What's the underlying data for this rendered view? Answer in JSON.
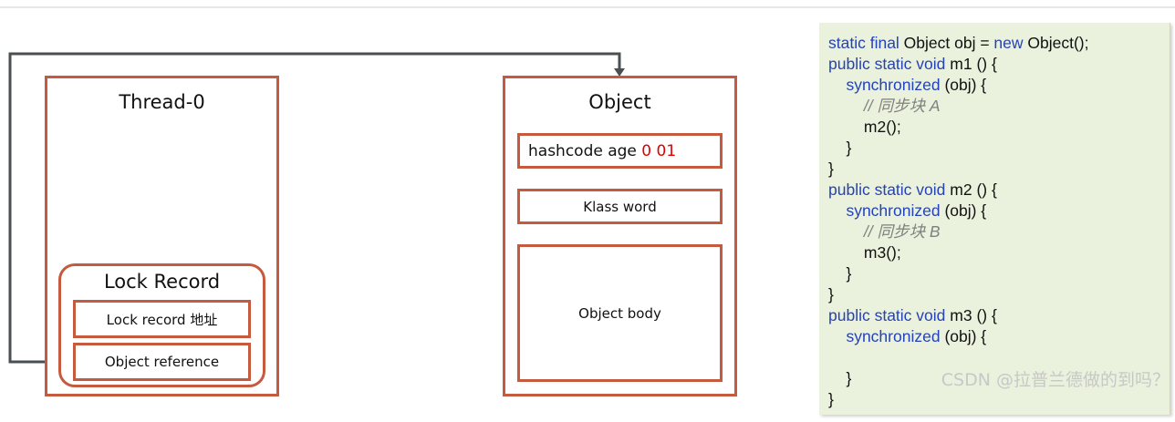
{
  "thread": {
    "title": "Thread-0",
    "lock_record": {
      "title": "Lock Record",
      "fields": [
        "Lock record 地址",
        "Object reference"
      ]
    }
  },
  "object": {
    "title": "Object",
    "header_black": "hashcode age ",
    "header_red": "0 01",
    "klass": "Klass word",
    "body": "Object body"
  },
  "colors": {
    "box_border": "#c55a3e",
    "arrow": "#4a4f52",
    "code_bg": "#eaf1dd",
    "keyword": "#2443b8",
    "highlight": "#e00000"
  },
  "code": {
    "lines": [
      [
        {
          "t": "static final",
          "k": "kw"
        },
        {
          "t": " Object obj = ",
          "k": ""
        },
        {
          "t": "new",
          "k": "kw"
        },
        {
          "t": " Object();",
          "k": ""
        }
      ],
      [
        {
          "t": "public static void",
          "k": "kw"
        },
        {
          "t": " m1 () {",
          "k": ""
        }
      ],
      [
        {
          "t": "    ",
          "k": ""
        },
        {
          "t": "synchronized",
          "k": "kw"
        },
        {
          "t": " (obj) {",
          "k": ""
        }
      ],
      [
        {
          "t": "        // 同步块 A",
          "k": "cm"
        }
      ],
      [
        {
          "t": "        m2();",
          "k": ""
        }
      ],
      [
        {
          "t": "    }",
          "k": ""
        }
      ],
      [
        {
          "t": "}",
          "k": ""
        }
      ],
      [
        {
          "t": "public static void",
          "k": "kw"
        },
        {
          "t": " m2 () {",
          "k": ""
        }
      ],
      [
        {
          "t": "    ",
          "k": ""
        },
        {
          "t": "synchronized",
          "k": "kw"
        },
        {
          "t": " (obj) {",
          "k": ""
        }
      ],
      [
        {
          "t": "        // 同步块 B",
          "k": "cm"
        }
      ],
      [
        {
          "t": "        m3();",
          "k": ""
        }
      ],
      [
        {
          "t": "    }",
          "k": ""
        }
      ],
      [
        {
          "t": "}",
          "k": ""
        }
      ],
      [
        {
          "t": "public static void",
          "k": "kw"
        },
        {
          "t": " m3 () {",
          "k": ""
        }
      ],
      [
        {
          "t": "    ",
          "k": ""
        },
        {
          "t": "synchronized",
          "k": "kw"
        },
        {
          "t": " (obj) {",
          "k": ""
        }
      ],
      [
        {
          "t": "",
          "k": ""
        }
      ],
      [
        {
          "t": "    }",
          "k": ""
        }
      ],
      [
        {
          "t": "}",
          "k": ""
        }
      ]
    ]
  },
  "watermark": "CSDN @拉普兰德做的到吗？"
}
